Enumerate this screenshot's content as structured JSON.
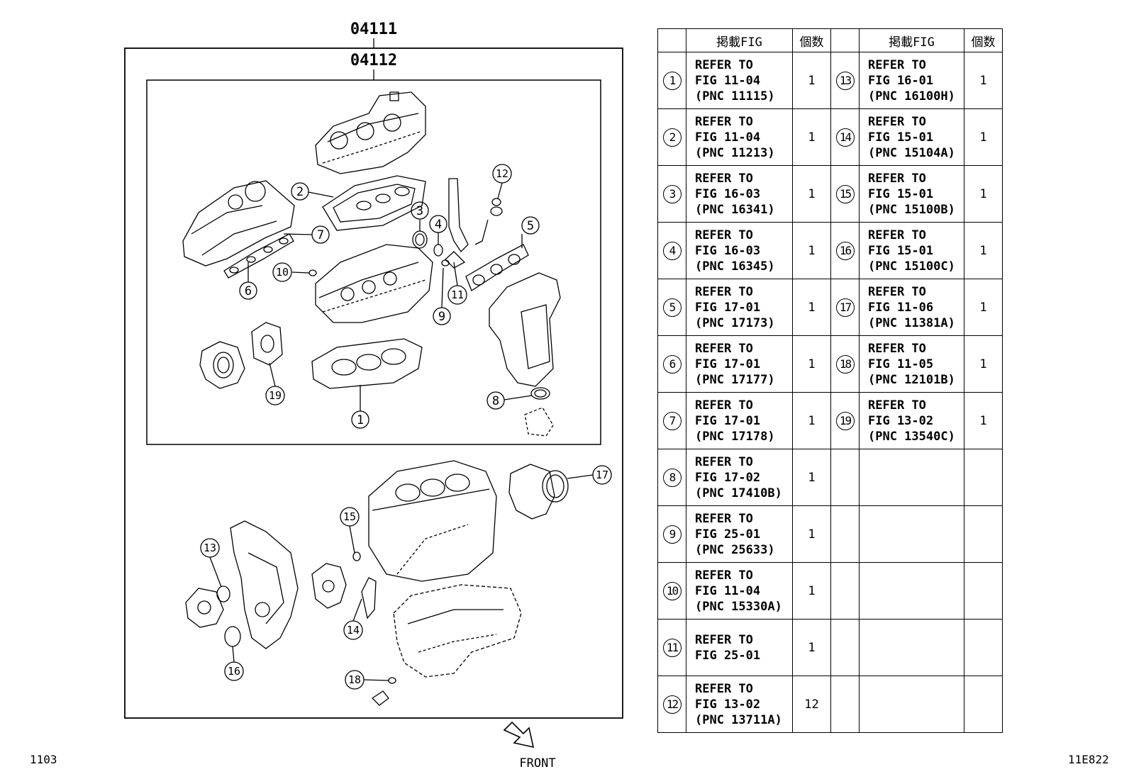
{
  "diagram": {
    "outer_code": "04111",
    "inner_code": "04112",
    "front_label": "FRONT",
    "callouts": [
      "1",
      "2",
      "3",
      "4",
      "5",
      "6",
      "7",
      "8",
      "9",
      "10",
      "11",
      "12",
      "13",
      "14",
      "15",
      "16",
      "17",
      "18",
      "19"
    ]
  },
  "table": {
    "headers": [
      "掲載FIG",
      "個数",
      "掲載FIG",
      "個数"
    ],
    "left": [
      {
        "no": "1",
        "ref": "REFER TO\nFIG 11-04\n(PNC 11115)",
        "qty": "1"
      },
      {
        "no": "2",
        "ref": "REFER TO\nFIG 11-04\n(PNC 11213)",
        "qty": "1"
      },
      {
        "no": "3",
        "ref": "REFER TO\nFIG 16-03\n(PNC 16341)",
        "qty": "1"
      },
      {
        "no": "4",
        "ref": "REFER TO\nFIG 16-03\n(PNC 16345)",
        "qty": "1"
      },
      {
        "no": "5",
        "ref": "REFER TO\nFIG 17-01\n(PNC 17173)",
        "qty": "1"
      },
      {
        "no": "6",
        "ref": "REFER TO\nFIG 17-01\n(PNC 17177)",
        "qty": "1"
      },
      {
        "no": "7",
        "ref": "REFER TO\nFIG 17-01\n(PNC 17178)",
        "qty": "1"
      },
      {
        "no": "8",
        "ref": "REFER TO\nFIG 17-02\n(PNC 17410B)",
        "qty": "1"
      },
      {
        "no": "9",
        "ref": "REFER TO\nFIG 25-01\n(PNC 25633)",
        "qty": "1"
      },
      {
        "no": "10",
        "ref": "REFER TO\nFIG 11-04\n(PNC 15330A)",
        "qty": "1"
      },
      {
        "no": "11",
        "ref": "REFER TO\nFIG 25-01",
        "qty": "1"
      },
      {
        "no": "12",
        "ref": "REFER TO\nFIG 13-02\n(PNC 13711A)",
        "qty": "12"
      }
    ],
    "right": [
      {
        "no": "13",
        "ref": "REFER TO\nFIG 16-01\n(PNC 16100H)",
        "qty": "1"
      },
      {
        "no": "14",
        "ref": "REFER TO\nFIG 15-01\n(PNC 15104A)",
        "qty": "1"
      },
      {
        "no": "15",
        "ref": "REFER TO\nFIG 15-01\n(PNC 15100B)",
        "qty": "1"
      },
      {
        "no": "16",
        "ref": "REFER TO\nFIG 15-01\n(PNC 15100C)",
        "qty": "1"
      },
      {
        "no": "17",
        "ref": "REFER TO\nFIG 11-06\n(PNC 11381A)",
        "qty": "1"
      },
      {
        "no": "18",
        "ref": "REFER TO\nFIG 11-05\n(PNC 12101B)",
        "qty": "1"
      },
      {
        "no": "19",
        "ref": "REFER TO\nFIG 13-02\n(PNC 13540C)",
        "qty": "1"
      }
    ]
  },
  "footer": {
    "left_code": "1103",
    "right_code": "11E822"
  }
}
